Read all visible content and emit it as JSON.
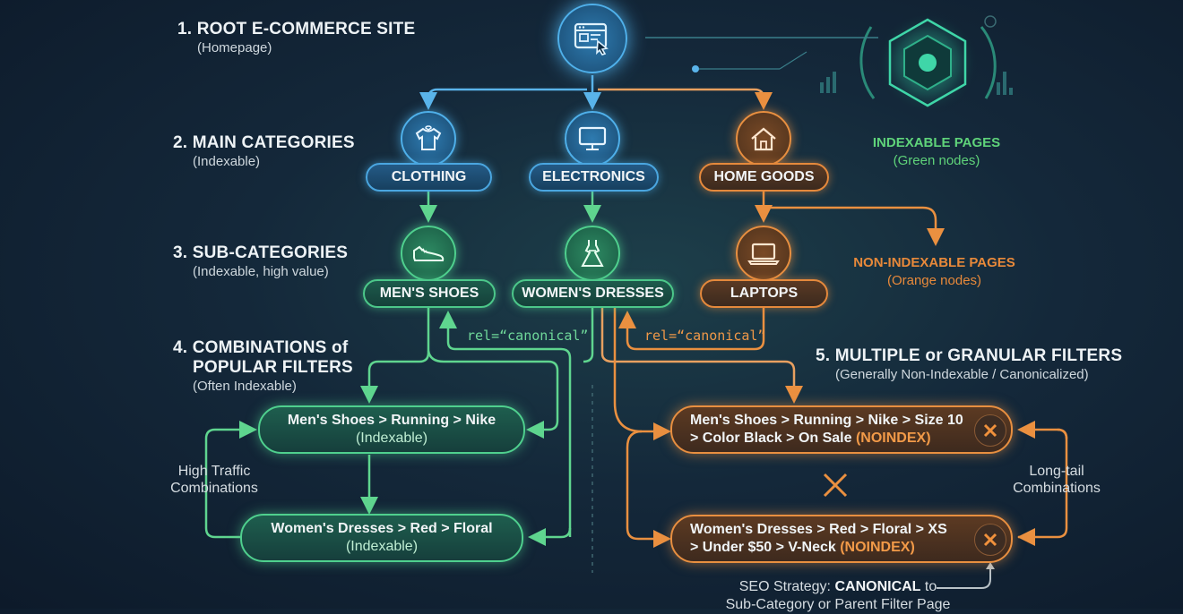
{
  "levels": {
    "l1": {
      "title": "1. ROOT E-COMMERCE SITE",
      "sub": "(Homepage)"
    },
    "l2": {
      "title": "2. MAIN CATEGORIES",
      "sub": "(Indexable)"
    },
    "l3": {
      "title": "3. SUB-CATEGORIES",
      "sub": "(Indexable, high value)"
    },
    "l4": {
      "title1": "4. COMBINATIONS of",
      "title2": "POPULAR FILTERS",
      "sub": "(Often Indexable)"
    },
    "l5": {
      "title": "5. MULTIPLE or GRANULAR FILTERS",
      "sub": "(Generally Non-Indexable / Canonicalized)"
    }
  },
  "legend": {
    "indexable": {
      "title": "INDEXABLE PAGES",
      "sub": "(Green nodes)",
      "color": "#5fd37a"
    },
    "nonindexable": {
      "title": "NON-INDEXABLE PAGES",
      "sub": "(Orange nodes)",
      "color": "#e8893a"
    }
  },
  "categories": {
    "clothing": "CLOTHING",
    "electronics": "ELECTRONICS",
    "home_goods": "HOME GOODS"
  },
  "subcategories": {
    "mens_shoes": "MEN'S SHOES",
    "womens_dresses": "WOMEN'S DRESSES",
    "laptops": "LAPTOPS"
  },
  "canonical_labels": {
    "left": "rel=“canonical”",
    "right": "rel=“canonical”"
  },
  "popular_filters": {
    "f1": {
      "text": "Men's Shoes > Running > Nike",
      "sub": "(Indexable)"
    },
    "f2": {
      "text": "Women's Dresses > Red > Floral",
      "sub": "(Indexable)"
    }
  },
  "granular_filters": {
    "g1": {
      "line1": "Men's Shoes > Running > Nike > Size 10",
      "line2": "> Color Black > On Sale",
      "tag": "(NOINDEX)"
    },
    "g2": {
      "line1": "Women's Dresses > Red > Floral > XS",
      "line2": "> Under $50 > V-Neck",
      "tag": "(NOINDEX)"
    }
  },
  "side_labels": {
    "left1": "High Traffic",
    "left2": "Combinations",
    "right1": "Long-tail",
    "right2": "Combinations"
  },
  "footer": {
    "prefix": "SEO Strategy: ",
    "bold": "CANONICAL",
    "suffix": " to",
    "line2": "Sub-Category or Parent Filter Page"
  },
  "icons": [
    "browser-cursor-icon",
    "shirt-icon",
    "monitor-icon",
    "house-icon",
    "sneaker-icon",
    "dress-icon",
    "laptop-icon",
    "close-icon",
    "hexagon-chip-icon"
  ],
  "colors": {
    "blue": "#4aa6e0",
    "green": "#4fd08e",
    "orange": "#e88f40"
  }
}
